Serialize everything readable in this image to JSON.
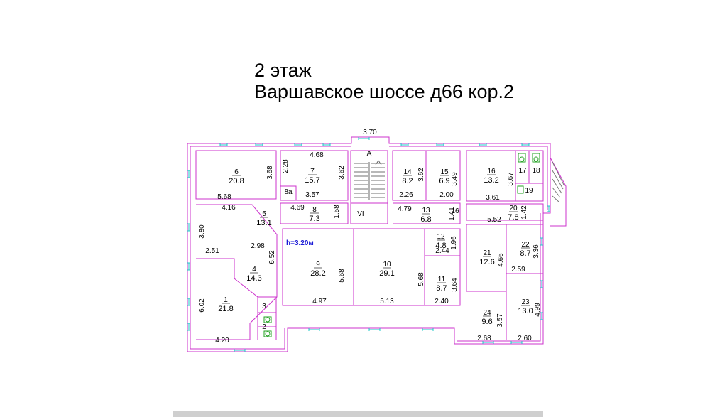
{
  "title": {
    "floor": "2 этаж",
    "address": "Варшавское шоссе д66 кор.2"
  },
  "ceiling_height": "h=3.20м",
  "stair_label": "A",
  "stair_roman": "VI",
  "rooms": [
    {
      "num": "6",
      "area": "20.8"
    },
    {
      "num": "7",
      "area": "15.7"
    },
    {
      "num": "8а",
      "area": ""
    },
    {
      "num": "8",
      "area": "7.3"
    },
    {
      "num": "5",
      "area": "13.1"
    },
    {
      "num": "4",
      "area": "14.3"
    },
    {
      "num": "1",
      "area": "21.8"
    },
    {
      "num": "3",
      "area": ""
    },
    {
      "num": "2",
      "area": ""
    },
    {
      "num": "9",
      "area": "28.2"
    },
    {
      "num": "10",
      "area": "29.1"
    },
    {
      "num": "11",
      "area": "8.7"
    },
    {
      "num": "12",
      "area": "4.8"
    },
    {
      "num": "13",
      "area": "6.8"
    },
    {
      "num": "14",
      "area": "8.2"
    },
    {
      "num": "15",
      "area": "6.9"
    },
    {
      "num": "16",
      "area": "13.2"
    },
    {
      "num": "17",
      "area": ""
    },
    {
      "num": "18",
      "area": ""
    },
    {
      "num": "19",
      "area": ""
    },
    {
      "num": "20",
      "area": "7.8"
    },
    {
      "num": "21",
      "area": "12.6"
    },
    {
      "num": "22",
      "area": "8.7"
    },
    {
      "num": "23",
      "area": "13.0"
    },
    {
      "num": "24",
      "area": "9.6"
    }
  ],
  "dimensions": [
    "3.70",
    "4.68",
    "2.28",
    "3.62",
    "3.68",
    "5.68",
    "3.57",
    "4.16",
    "4.69",
    "1.58",
    "3.62",
    "3.49",
    "2.26",
    "2.00",
    "4.79",
    "1.41",
    "16",
    "3.67",
    "3.61",
    "1.42",
    "5.52",
    "3.80",
    "2.51",
    "2.98",
    "6.52",
    "5.68",
    "5.68",
    "3.64",
    "1.96",
    "2.44",
    "4.66",
    "3.36",
    "2.59",
    "6.02",
    "4.20",
    "4.97",
    "5.13",
    "2.40",
    "3.57",
    "4.99",
    "2.68",
    "2.60"
  ]
}
